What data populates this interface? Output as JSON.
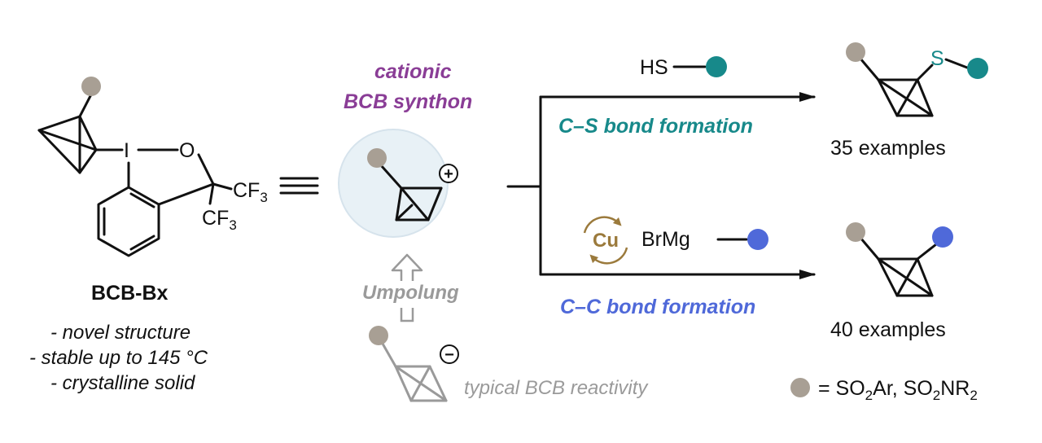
{
  "reagent": {
    "atom_I": "I",
    "atom_O": "O",
    "cf3_top": "CF",
    "cf3_bottom": "CF",
    "cf3_subscript": "3",
    "name": "BCB-Bx",
    "properties": [
      "- novel structure",
      "- stable up to 145 °C",
      "- crystalline solid"
    ]
  },
  "equivalence_symbol": "≡",
  "synthon": {
    "line1": "cationic",
    "line2": "BCB synthon",
    "charge": "+"
  },
  "umpolung": {
    "label": "Umpolung",
    "charge": "−",
    "typical_label": "typical BCB reactivity"
  },
  "top_branch": {
    "reagent_label": "HS",
    "bond_label": "C–S bond formation",
    "product_atom": "S",
    "examples": "35 examples"
  },
  "bottom_branch": {
    "catalyst": "Cu",
    "reagent_label": "BrMg",
    "bond_label": "C–C bond formation",
    "examples": "40 examples"
  },
  "legend": {
    "prefix": "= SO",
    "sub1": "2",
    "mid": "Ar, SO",
    "sub2": "2",
    "suffix": "NR",
    "sub3": "2"
  },
  "colors": {
    "gray_sphere": "#a89f94",
    "teal": "#17898a",
    "blue": "#4f69d9",
    "purple": "#8a3d96",
    "cu_brown": "#9b7a3c",
    "umpolung_gray": "#9a9a9a",
    "synthon_bubble": "#e8f1f6"
  },
  "icons": {
    "substituent": "gray-sphere-icon",
    "teal_group": "teal-sphere-icon",
    "blue_group": "blue-sphere-icon",
    "cycle": "catalytic-cycle-icon"
  }
}
